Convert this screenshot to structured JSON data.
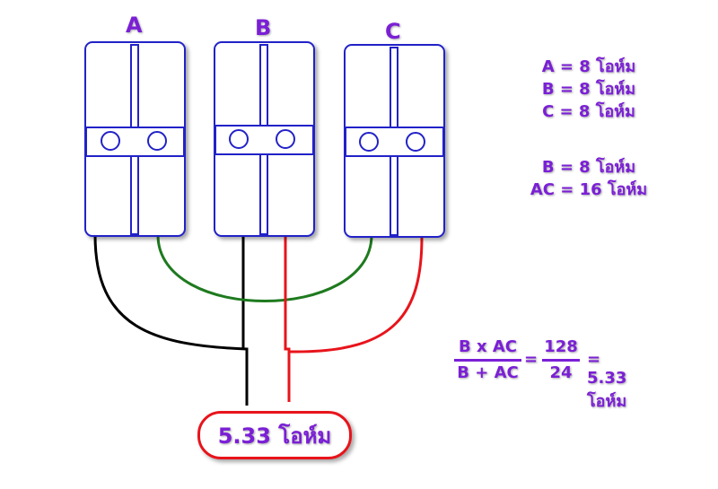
{
  "speakers": [
    {
      "label": "A"
    },
    {
      "label": "B"
    },
    {
      "label": "C"
    }
  ],
  "values_top": [
    "A = 8 โอห์ม",
    "B = 8 โอห์ม",
    "C = 8 โอห์ม"
  ],
  "values_combined": [
    "B = 8 โอห์ม",
    "AC = 16 โอห์ม"
  ],
  "formula": {
    "frac1_num": "B x AC",
    "frac1_den": "B + AC",
    "eq1": "=",
    "frac2_num": "128",
    "frac2_den": "24",
    "result": "= 5.33 โอห์ม"
  },
  "result_box": "5.33 โอห์ม",
  "colors": {
    "accent_text": "#7B1FD6",
    "speaker_outline": "#2323C8",
    "wire_black": "#000000",
    "wire_green": "#1E7A1E",
    "wire_red": "#E8141B",
    "result_border": "#E8141B"
  }
}
